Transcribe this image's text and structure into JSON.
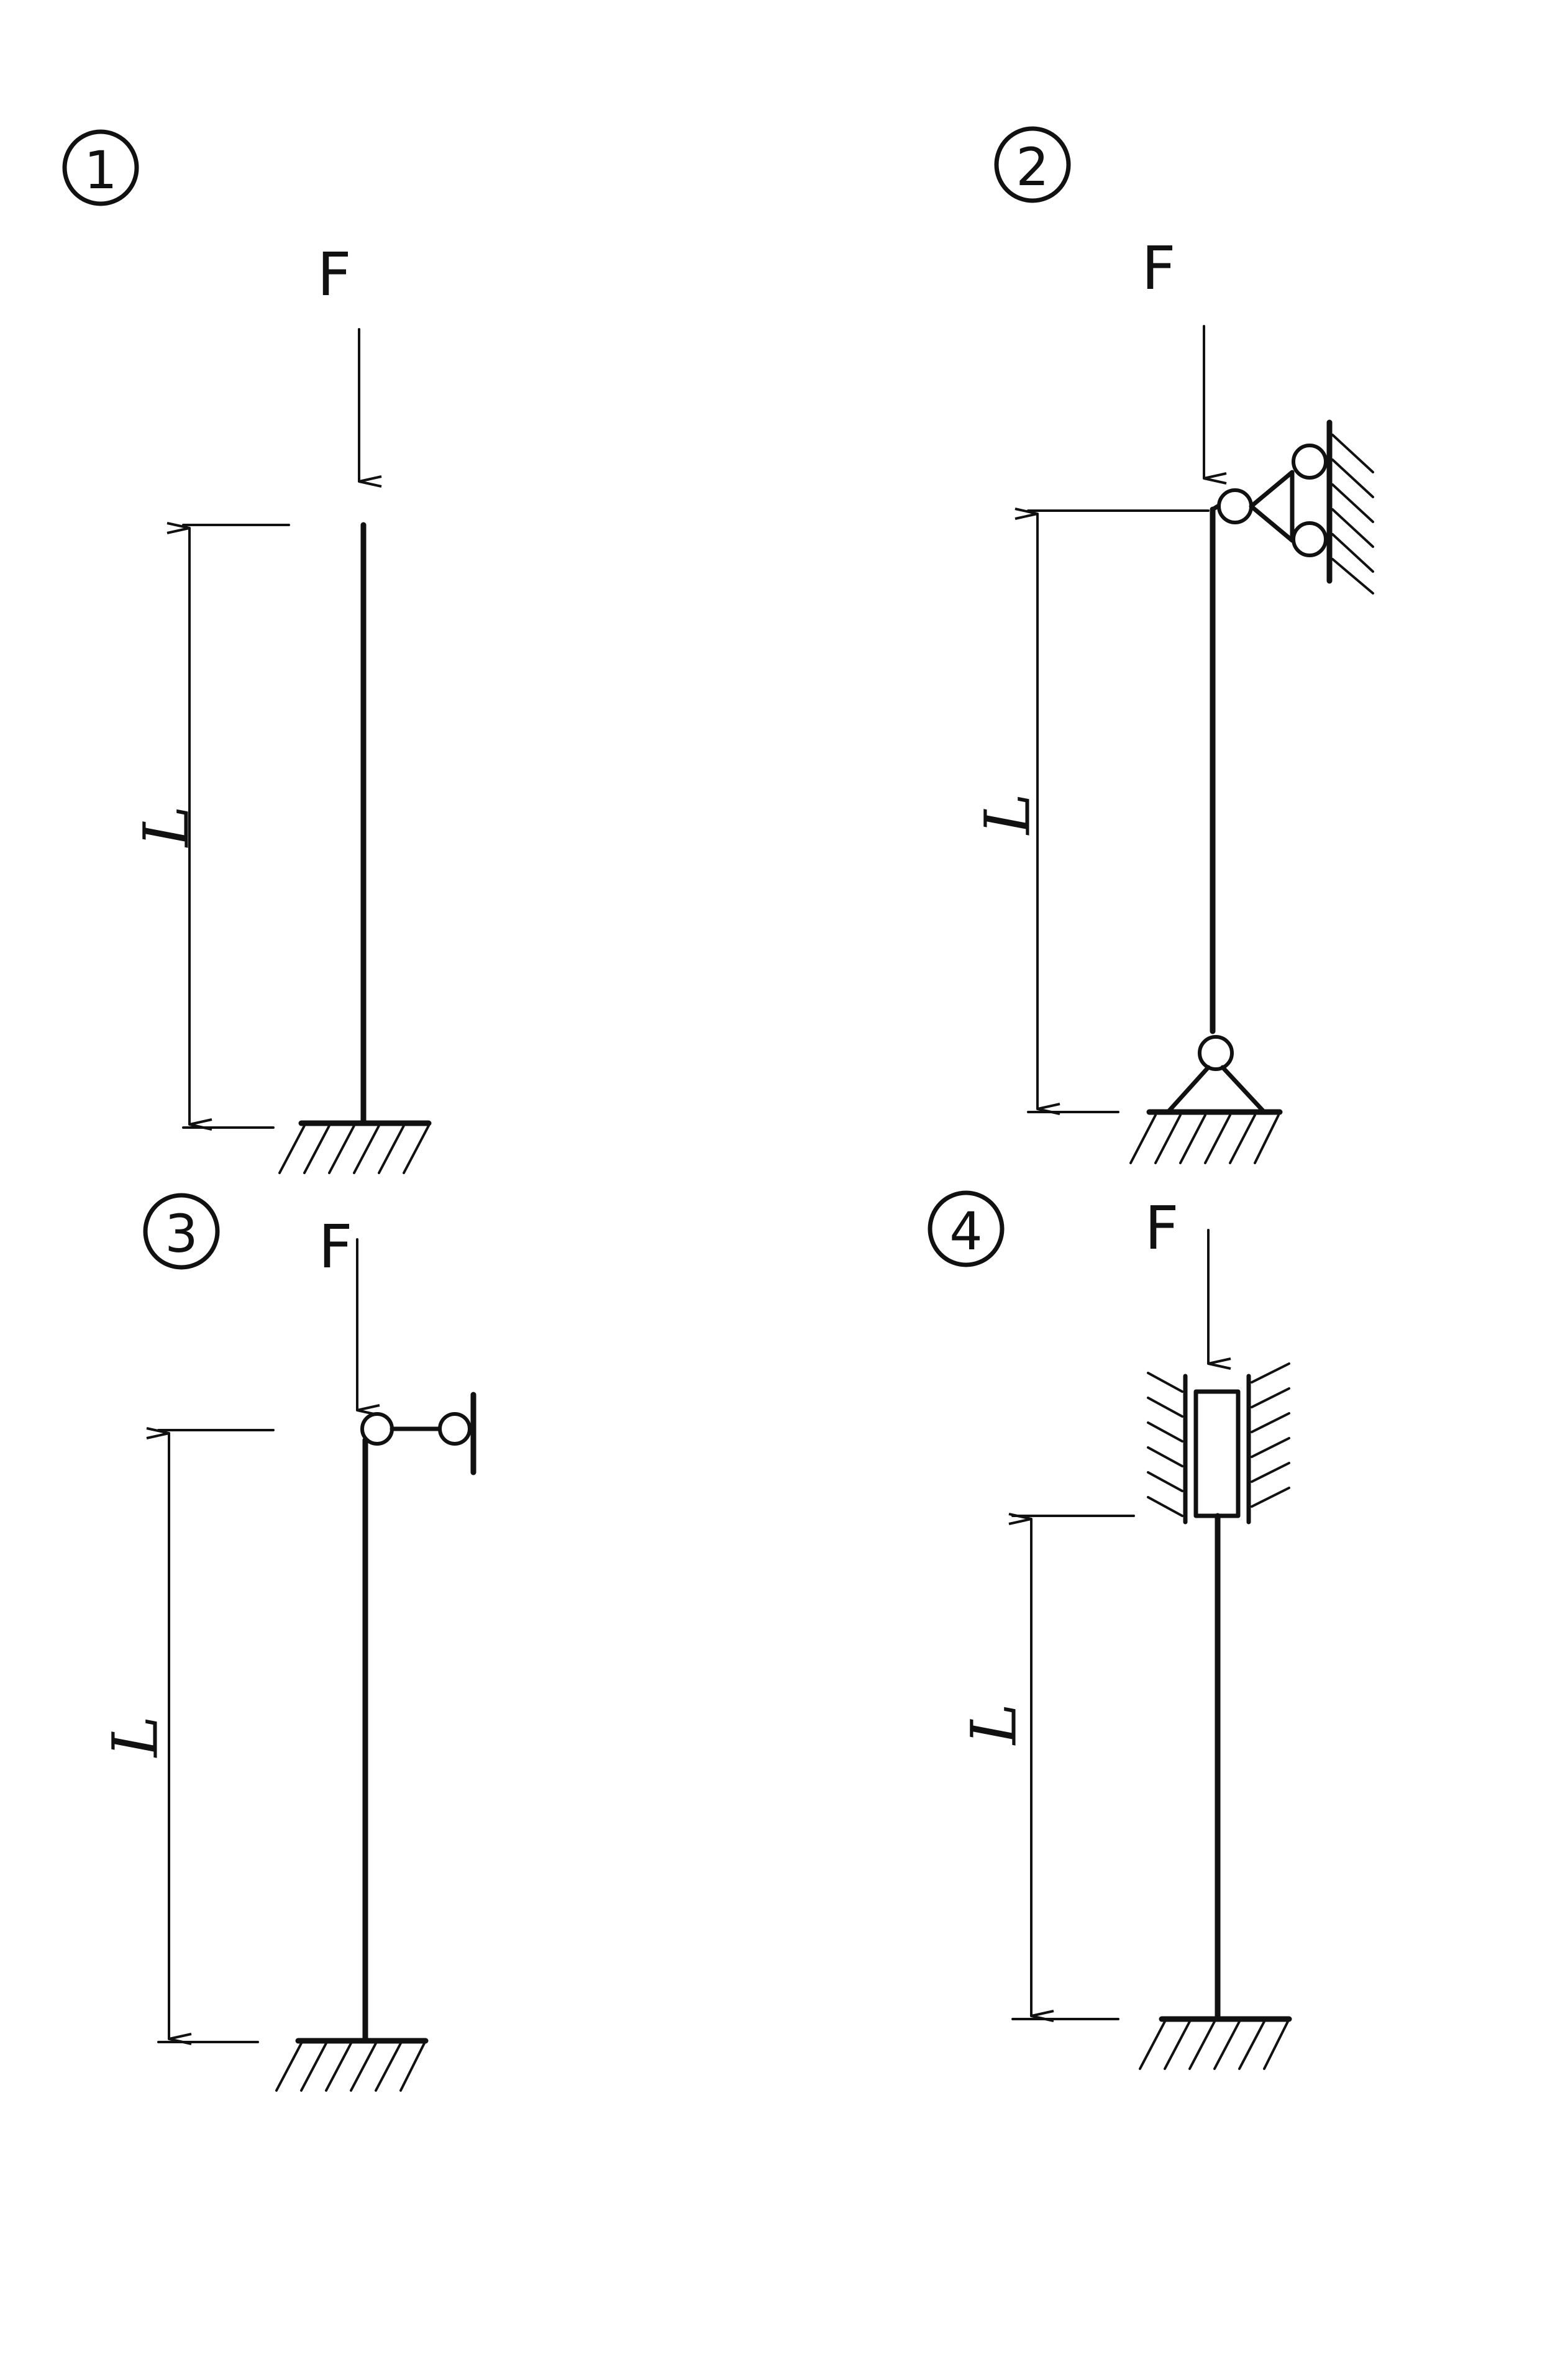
{
  "panels": [
    {
      "number": "1",
      "force_label": "F",
      "length_label": "L"
    },
    {
      "number": "2",
      "force_label": "F",
      "length_label": "L"
    },
    {
      "number": "3",
      "force_label": "F",
      "length_label": "L"
    },
    {
      "number": "4",
      "force_label": "F",
      "length_label": "L"
    }
  ]
}
